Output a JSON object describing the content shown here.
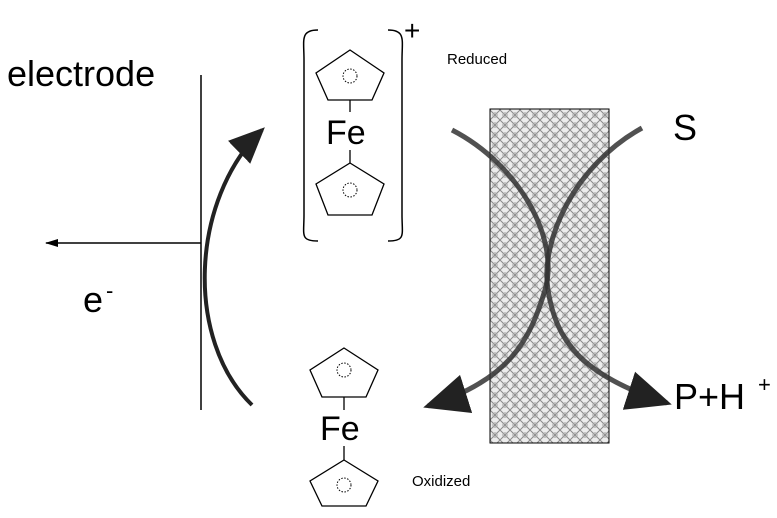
{
  "labels": {
    "electrode": "electrode",
    "electron": "e",
    "electron_sup": "-",
    "charge": "+",
    "reduced": "Reduced",
    "oxidized": "Oxidized",
    "fe_top": "Fe",
    "fe_bottom": "Fe",
    "substrate": "S",
    "product": "P+H",
    "product_sup": "+"
  },
  "colors": {
    "line": "#000000",
    "arrow": "#222222",
    "membrane_fill": "#e8e8e8",
    "membrane_hatch": "#8a8a8a"
  }
}
